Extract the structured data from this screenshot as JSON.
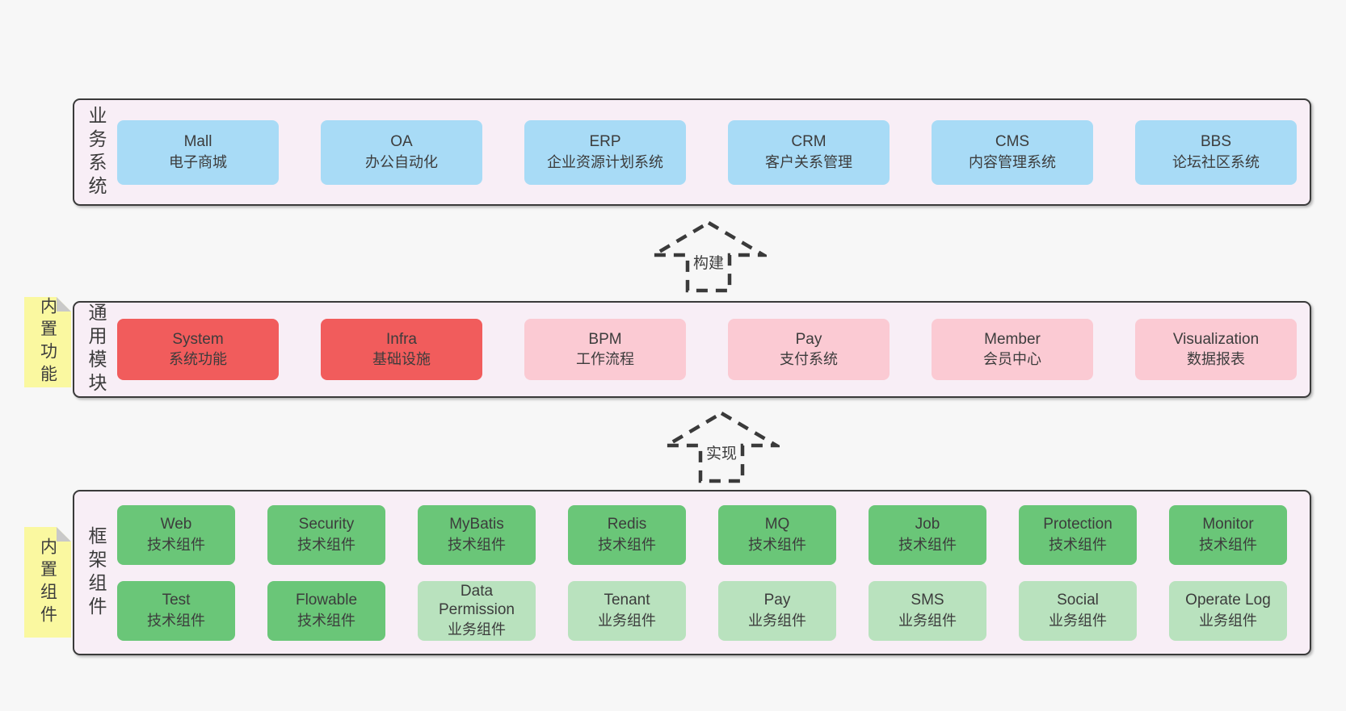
{
  "colors": {
    "page_bg": "#f7f7f7",
    "layer_bg": "#f8eef6",
    "layer_border": "#3a3a3a",
    "box_blue": "#a8dbf6",
    "box_red": "#f15c5c",
    "box_pink": "#fbcad3",
    "box_green": "#6ac678",
    "box_light_green": "#b9e2be",
    "sticky_bg": "#faf8a0",
    "sticky_fold": "#c9c9c9",
    "text": "#3c3c3c"
  },
  "arrows": [
    {
      "label": "构建"
    },
    {
      "label": "实现"
    }
  ],
  "layers": {
    "business": {
      "label": "业务系统",
      "boxes": [
        {
          "name": "Mall",
          "subtitle": "电子商城",
          "variant": "blue"
        },
        {
          "name": "OA",
          "subtitle": "办公自动化",
          "variant": "blue"
        },
        {
          "name": "ERP",
          "subtitle": "企业资源计划系统",
          "variant": "blue"
        },
        {
          "name": "CRM",
          "subtitle": "客户关系管理",
          "variant": "blue"
        },
        {
          "name": "CMS",
          "subtitle": "内容管理系统",
          "variant": "blue"
        },
        {
          "name": "BBS",
          "subtitle": "论坛社区系统",
          "variant": "blue"
        }
      ]
    },
    "modules": {
      "label": "通用模块",
      "sticky": "内置功能",
      "boxes": [
        {
          "name": "System",
          "subtitle": "系统功能",
          "variant": "red"
        },
        {
          "name": "Infra",
          "subtitle": "基础设施",
          "variant": "red"
        },
        {
          "name": "BPM",
          "subtitle": "工作流程",
          "variant": "pink"
        },
        {
          "name": "Pay",
          "subtitle": "支付系统",
          "variant": "pink"
        },
        {
          "name": "Member",
          "subtitle": "会员中心",
          "variant": "pink"
        },
        {
          "name": "Visualization",
          "subtitle": "数据报表",
          "variant": "pink"
        }
      ]
    },
    "components": {
      "label": "框架组件",
      "sticky": "内置组件",
      "row1": [
        {
          "name": "Web",
          "subtitle": "技术组件",
          "variant": "green"
        },
        {
          "name": "Security",
          "subtitle": "技术组件",
          "variant": "green"
        },
        {
          "name": "MyBatis",
          "subtitle": "技术组件",
          "variant": "green"
        },
        {
          "name": "Redis",
          "subtitle": "技术组件",
          "variant": "green"
        },
        {
          "name": "MQ",
          "subtitle": "技术组件",
          "variant": "green"
        },
        {
          "name": "Job",
          "subtitle": "技术组件",
          "variant": "green"
        },
        {
          "name": "Protection",
          "subtitle": "技术组件",
          "variant": "green"
        },
        {
          "name": "Monitor",
          "subtitle": "技术组件",
          "variant": "green"
        }
      ],
      "row2": [
        {
          "name": "Test",
          "subtitle": "技术组件",
          "variant": "green"
        },
        {
          "name": "Flowable",
          "subtitle": "技术组件",
          "variant": "green"
        },
        {
          "name": "Data Permission",
          "subtitle": "业务组件",
          "variant": "light-green"
        },
        {
          "name": "Tenant",
          "subtitle": "业务组件",
          "variant": "light-green"
        },
        {
          "name": "Pay",
          "subtitle": "业务组件",
          "variant": "light-green"
        },
        {
          "name": "SMS",
          "subtitle": "业务组件",
          "variant": "light-green"
        },
        {
          "name": "Social",
          "subtitle": "业务组件",
          "variant": "light-green"
        },
        {
          "name": "Operate Log",
          "subtitle": "业务组件",
          "variant": "light-green"
        }
      ]
    }
  }
}
